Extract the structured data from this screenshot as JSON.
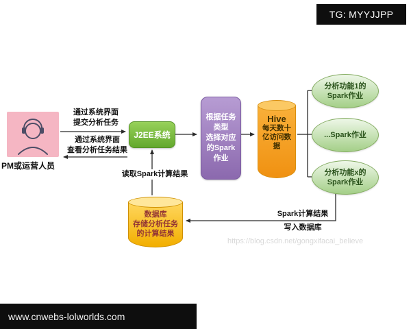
{
  "overlays": {
    "tg_badge": "TG: MYYJJPP",
    "footer_url": "www.cnwebs-lolworlds.com",
    "watermark": "https://blog.csdn.net/gongxifacai_believe"
  },
  "actor": {
    "label": "PM或运营人员"
  },
  "nodes": {
    "j2ee": {
      "label": "J2EE系统"
    },
    "selector": {
      "label": "根据任务\n类型\n选择对应\n的Spark\n作业"
    },
    "hive": {
      "title": "Hive",
      "label": "每天数十\n亿访问数\n据"
    },
    "database": {
      "label": "数据库\n存储分析任务\n的计算结果"
    },
    "spark_job_1": {
      "label": "分析功能1的\nSpark作业"
    },
    "spark_job_n": {
      "label": "...Spark作业"
    },
    "spark_job_x": {
      "label": "分析功能x的\nSpark作业"
    }
  },
  "edges": {
    "submit_label": "通过系统界面\n提交分析任务",
    "view_label": "通过系统界面\n查看分析任务结果",
    "read_label": "读取Spark计算结果",
    "write_label": "Spark计算结果\n写入数据库"
  },
  "colors": {
    "actor_pink": "#f5b6c3",
    "j2ee_green": "#6cae32",
    "selector_purple": "#9b7ab8",
    "hive_orange": "#f5a01a",
    "database_yellow": "#fbc02d",
    "spark_ellipse_green": "#a4cf88",
    "banner_black": "#0e0e0e"
  }
}
